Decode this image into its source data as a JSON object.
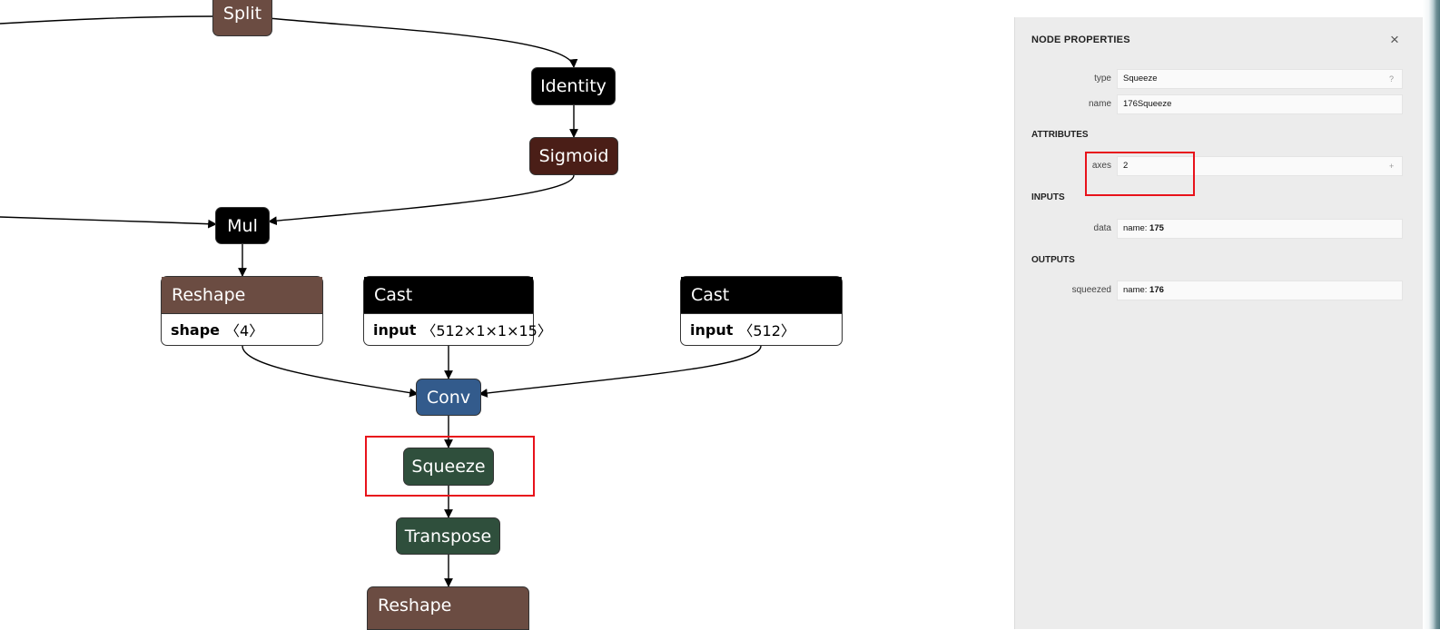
{
  "graph": {
    "nodes": {
      "split": "Split",
      "identity": "Identity",
      "sigmoid": "Sigmoid",
      "mul": "Mul",
      "reshape1": {
        "title": "Reshape",
        "attr_name": "shape",
        "attr_value": "〈4〉"
      },
      "cast1": {
        "title": "Cast",
        "attr_name": "input",
        "attr_value": "〈512×1×1×15〉"
      },
      "cast2": {
        "title": "Cast",
        "attr_name": "input",
        "attr_value": "〈512〉"
      },
      "conv": "Conv",
      "squeeze": "Squeeze",
      "transpose": "Transpose",
      "reshape2": "Reshape"
    },
    "colors": {
      "black": "#000000",
      "brown": "#6b4c42",
      "maroon": "#4a1e17",
      "blue": "#335b8c",
      "green": "#2f4f3c",
      "highlight": "#e8121b"
    }
  },
  "panel": {
    "title": "NODE PROPERTIES",
    "close_icon": "×",
    "properties": [
      {
        "label": "type",
        "value": "Squeeze",
        "extra": "?"
      },
      {
        "label": "name",
        "value": "176Squeeze"
      }
    ],
    "attributes_header": "ATTRIBUTES",
    "attributes": [
      {
        "label": "axes",
        "value": "2",
        "extra": "+"
      }
    ],
    "inputs_header": "INPUTS",
    "inputs": [
      {
        "label": "data",
        "prefix": "name: ",
        "value": "175"
      }
    ],
    "outputs_header": "OUTPUTS",
    "outputs": [
      {
        "label": "squeezed",
        "prefix": "name: ",
        "value": "176"
      }
    ]
  }
}
